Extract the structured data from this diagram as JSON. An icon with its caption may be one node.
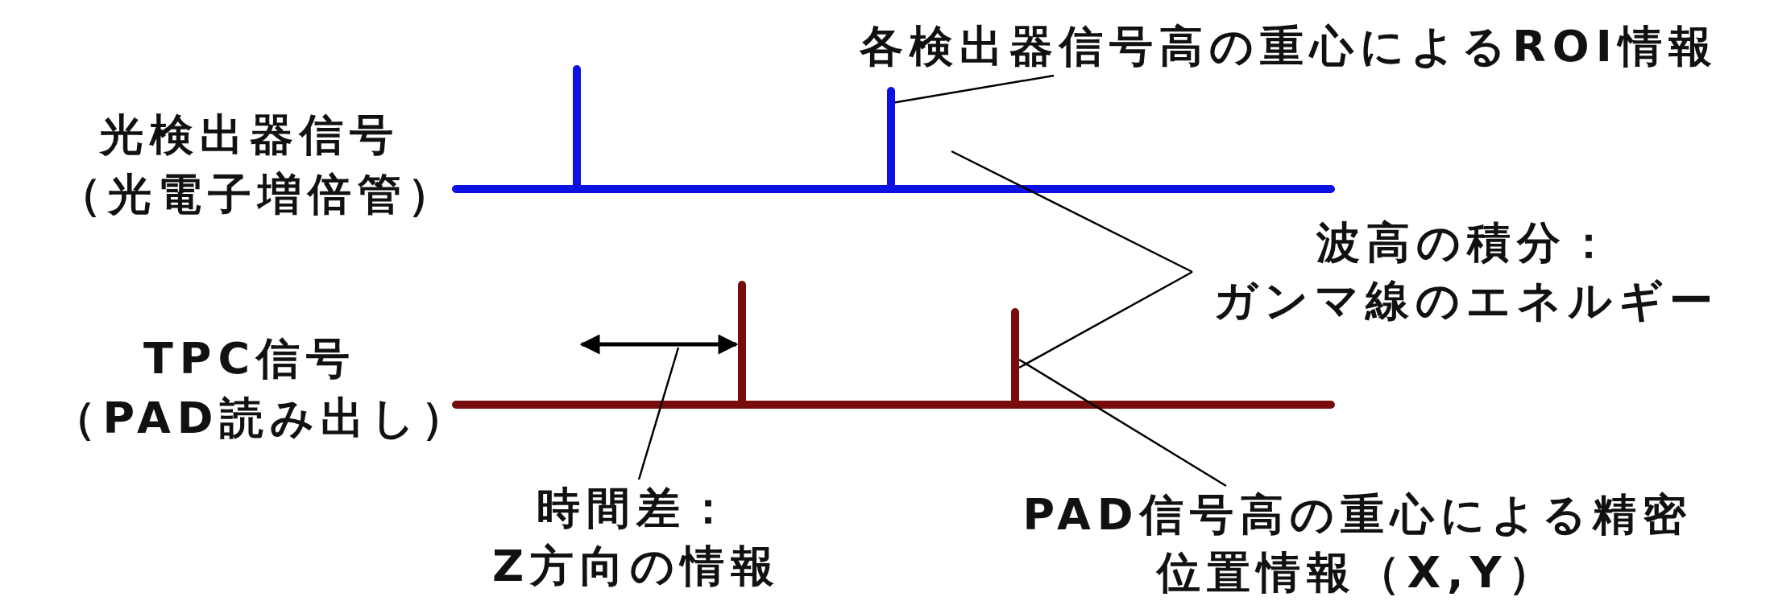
{
  "diagram": {
    "nodes": [
      {
        "text": [
          "各検出器信号高の重心によるROI情報"
        ]
      },
      {
        "text": [
          "波高の積分：",
          "ガンマ線のエネルギー"
        ]
      },
      {
        "text": [
          "時間差：",
          "Z方向の情報"
        ]
      },
      {
        "text": [
          "PAD信号高の重心による精密",
          "位置情報（X,Y）"
        ]
      },
      {
        "text": [],
        "shape": "bar"
      },
      {
        "text": [],
        "shape": "bar"
      }
    ],
    "edges": [
      {
        "from": 0,
        "to": 4,
        "arrow": "none"
      },
      {
        "from": 1,
        "to": null,
        "arrow": "none"
      },
      {
        "from": 1,
        "to": 5,
        "arrow": "none"
      },
      {
        "from": 2,
        "to": null,
        "arrow": "none"
      },
      {
        "from": 3,
        "to": 5,
        "arrow": "none"
      }
    ],
    "labels": [
      "光検出器信号",
      "（光電子増倍管）",
      "TPC信号",
      "（PAD読み出し）"
    ]
  }
}
